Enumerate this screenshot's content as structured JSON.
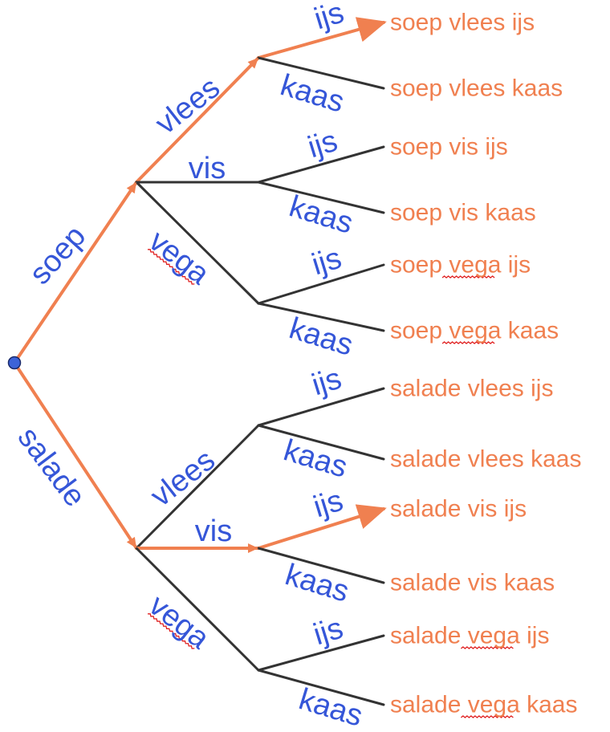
{
  "colors": {
    "branch_text": "#3556d8",
    "outcome_text": "#f08050",
    "highlight_line": "#f08050",
    "line": "#333333",
    "root_node": "#3d63d8",
    "spellcheck": "#e02020"
  },
  "root": "root-node",
  "nodes": [
    {
      "id": "root-node"
    },
    {
      "id": "soep-node"
    },
    {
      "id": "salade-node"
    },
    {
      "id": "soep-vlees-node"
    },
    {
      "id": "soep-vis-node"
    },
    {
      "id": "soep-vega-node"
    },
    {
      "id": "salade-vlees-node"
    },
    {
      "id": "salade-vis-node"
    },
    {
      "id": "salade-vega-node"
    }
  ],
  "branches": [
    {
      "from": "root-node",
      "to": "soep-node",
      "label": "soep",
      "highlighted": true
    },
    {
      "from": "root-node",
      "to": "salade-node",
      "label": "salade",
      "highlighted": true
    },
    {
      "from": "soep-node",
      "to": "soep-vlees-node",
      "label": "vlees",
      "highlighted": true
    },
    {
      "from": "soep-node",
      "to": "soep-vis-node",
      "label": "vis",
      "highlighted": false
    },
    {
      "from": "soep-node",
      "to": "soep-vega-node",
      "label": "vega",
      "highlighted": false,
      "spellcheck": true
    },
    {
      "from": "soep-vlees-node",
      "to": "outcome-0",
      "label": "ijs",
      "highlighted": true,
      "arrow": true
    },
    {
      "from": "soep-vlees-node",
      "to": "outcome-1",
      "label": "kaas",
      "highlighted": false
    },
    {
      "from": "soep-vis-node",
      "to": "outcome-2",
      "label": "ijs",
      "highlighted": false
    },
    {
      "from": "soep-vis-node",
      "to": "outcome-3",
      "label": "kaas",
      "highlighted": false
    },
    {
      "from": "soep-vega-node",
      "to": "outcome-4",
      "label": "ijs",
      "highlighted": false
    },
    {
      "from": "soep-vega-node",
      "to": "outcome-5",
      "label": "kaas",
      "highlighted": false
    },
    {
      "from": "salade-node",
      "to": "salade-vlees-node",
      "label": "vlees",
      "highlighted": false
    },
    {
      "from": "salade-node",
      "to": "salade-vis-node",
      "label": "vis",
      "highlighted": true
    },
    {
      "from": "salade-node",
      "to": "salade-vega-node",
      "label": "vega",
      "highlighted": false,
      "spellcheck": true
    },
    {
      "from": "salade-vlees-node",
      "to": "outcome-6",
      "label": "ijs",
      "highlighted": false
    },
    {
      "from": "salade-vlees-node",
      "to": "outcome-7",
      "label": "kaas",
      "highlighted": false
    },
    {
      "from": "salade-vis-node",
      "to": "outcome-8",
      "label": "ijs",
      "highlighted": true,
      "arrow": true
    },
    {
      "from": "salade-vis-node",
      "to": "outcome-9",
      "label": "kaas",
      "highlighted": false
    },
    {
      "from": "salade-vega-node",
      "to": "outcome-10",
      "label": "ijs",
      "highlighted": false
    },
    {
      "from": "salade-vega-node",
      "to": "outcome-11",
      "label": "kaas",
      "highlighted": false
    }
  ],
  "outcomes": [
    {
      "id": "outcome-0",
      "text": "soep vlees ijs"
    },
    {
      "id": "outcome-1",
      "text": "soep vlees kaas"
    },
    {
      "id": "outcome-2",
      "text": "soep vis ijs"
    },
    {
      "id": "outcome-3",
      "text": "soep vis kaas"
    },
    {
      "id": "outcome-4",
      "text": "soep vega ijs",
      "spellcheck": "vega"
    },
    {
      "id": "outcome-5",
      "text": "soep vega kaas",
      "spellcheck": "vega"
    },
    {
      "id": "outcome-6",
      "text": "salade vlees ijs"
    },
    {
      "id": "outcome-7",
      "text": "salade vlees kaas"
    },
    {
      "id": "outcome-8",
      "text": "salade vis ijs"
    },
    {
      "id": "outcome-9",
      "text": "salade vis kaas"
    },
    {
      "id": "outcome-10",
      "text": "salade vega ijs",
      "spellcheck": "vega"
    },
    {
      "id": "outcome-11",
      "text": "salade vega kaas",
      "spellcheck": "vega"
    }
  ]
}
